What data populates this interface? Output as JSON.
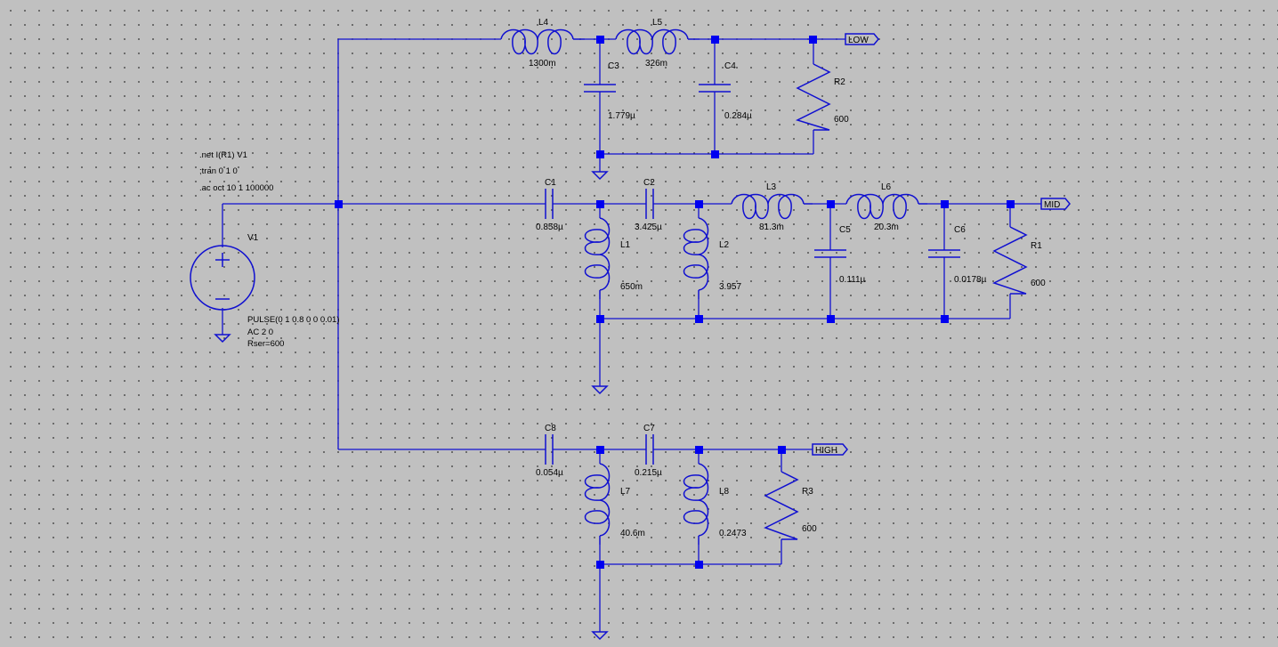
{
  "directives": [
    ".net I(R1) V1",
    ";tran 0 1 0",
    ".ac oct 10 1 100000"
  ],
  "source": {
    "name": "V1",
    "params": [
      "PULSE(0 1 0.8 0 0 0.01)",
      "AC 2 0",
      "Rser=600"
    ]
  },
  "ports": {
    "low": "LOW",
    "mid": "MID",
    "high": "HIGH"
  },
  "components": {
    "L4": {
      "name": "L4",
      "value": "1300m"
    },
    "L5": {
      "name": "L5",
      "value": "326m"
    },
    "C3": {
      "name": "C3",
      "value": "1.779µ"
    },
    "C4": {
      "name": "C4",
      "value": "0.284µ"
    },
    "R2": {
      "name": "R2",
      "value": "600"
    },
    "C1": {
      "name": "C1",
      "value": "0.858µ"
    },
    "C2": {
      "name": "C2",
      "value": "3.425µ"
    },
    "L3": {
      "name": "L3",
      "value": "81.3m"
    },
    "L6": {
      "name": "L6",
      "value": "20.3m"
    },
    "L1": {
      "name": "L1",
      "value": "650m"
    },
    "L2": {
      "name": "L2",
      "value": "3.957"
    },
    "C5": {
      "name": "C5",
      "value": "0.111µ"
    },
    "C6": {
      "name": "C6",
      "value": "0.0178µ"
    },
    "R1": {
      "name": "R1",
      "value": "600"
    },
    "C8": {
      "name": "C8",
      "value": "0.054µ"
    },
    "C7": {
      "name": "C7",
      "value": "0.215µ"
    },
    "L7": {
      "name": "L7",
      "value": "40.6m"
    },
    "L8": {
      "name": "L8",
      "value": "0.2473"
    },
    "R3": {
      "name": "R3",
      "value": "600"
    }
  },
  "colors": {
    "wire": "#1010d0",
    "junction": "#0000f0",
    "background": "#c0c0c0"
  }
}
